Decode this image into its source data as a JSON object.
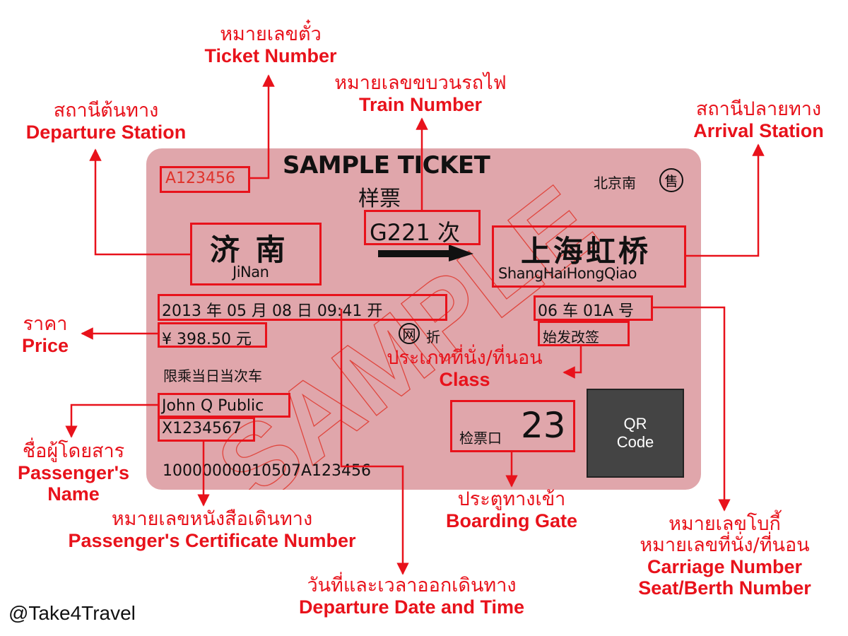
{
  "ticket": {
    "serial_no": "A123456",
    "title": "SAMPLE TICKET",
    "title_cn": "样票",
    "issuing_station": "北京南",
    "issue_seal": "售",
    "train_no": "G221 次",
    "departure_cn": "济 南",
    "departure_py": "JiNan",
    "arrival_cn": "上海虹桥",
    "arrival_py": "ShangHaiHongQiao",
    "datetime": "2013 年 05 月 08 日 09:41 开",
    "seat": "06 车 01A 号",
    "price": "¥ 398.50 元",
    "online_seal": "网",
    "discount": "折",
    "class": "始发改签",
    "restriction": "限乘当日当次车",
    "passenger_name": "John Q Public",
    "passenger_id": "X1234567",
    "gate_label": "检票口",
    "gate_number": "23",
    "barcode_number": "10000000010507A123456",
    "qr_line1": "QR",
    "qr_line2": "Code",
    "watermark": "SAMPLE"
  },
  "labels": {
    "ticket_number": {
      "th": "หมายเลขตั๋ว",
      "en": "Ticket Number"
    },
    "train_number": {
      "th": "หมายเลขขบวนรถไฟ",
      "en": "Train Number"
    },
    "departure_station": {
      "th": "สถานีต้นทาง",
      "en": "Departure Station"
    },
    "arrival_station": {
      "th": "สถานีปลายทาง",
      "en": "Arrival Station"
    },
    "price": {
      "th": "ราคา",
      "en": "Price"
    },
    "class": {
      "th": "ประเภทที่นั่ง/ที่นอน",
      "en": "Class"
    },
    "passenger_name": {
      "th": "ชื่อผู้โดยสาร",
      "en1": "Passenger's",
      "en2": "Name"
    },
    "certificate_number": {
      "th": "หมายเลขหนังสือเดินทาง",
      "en": "Passenger's Certificate Number"
    },
    "boarding_gate": {
      "th": "ประตูทางเข้า",
      "en": "Boarding Gate"
    },
    "departure_datetime": {
      "th": "วันที่และเวลาออกเดินทาง",
      "en": "Departure Date and Time"
    },
    "carriage_seat": {
      "th1": "หมายเลขโบกี้",
      "th2": "หมายเลขที่นั่ง/ที่นอน",
      "en1": "Carriage Number",
      "en2": "Seat/Berth Number"
    }
  },
  "credit": "@Take4Travel",
  "colors": {
    "ticket": "#e0a6ab",
    "annotation": "#e8121b",
    "serial": "#e0322a",
    "qr": "#444444"
  }
}
